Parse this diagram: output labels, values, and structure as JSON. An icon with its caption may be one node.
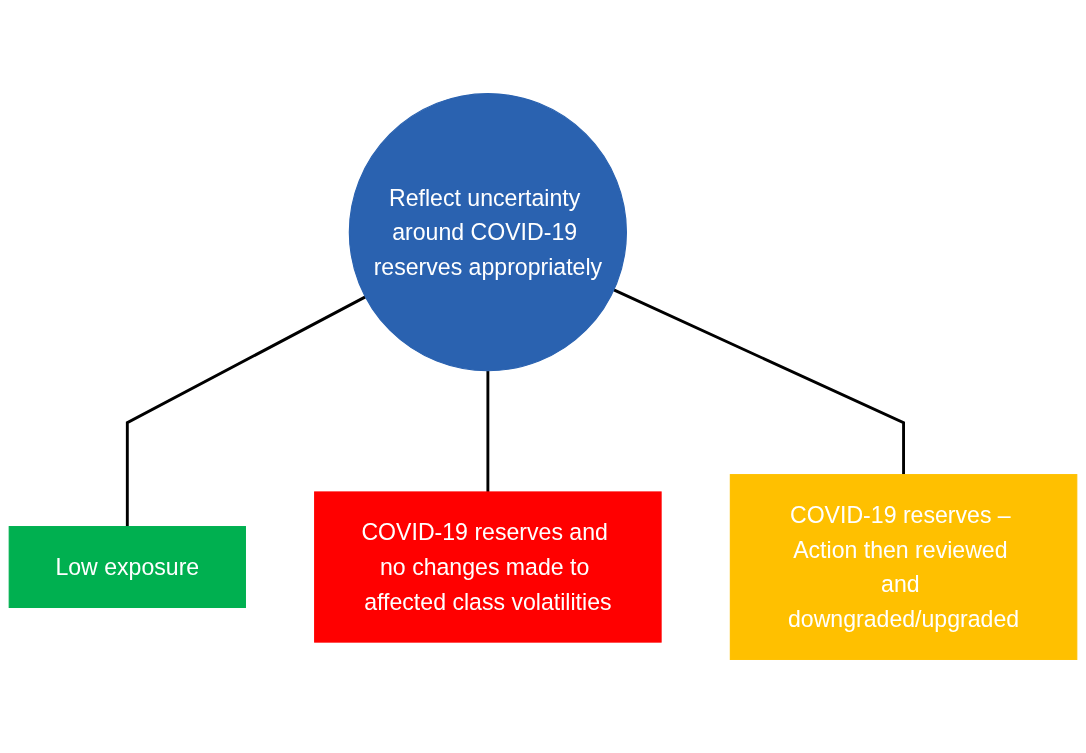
{
  "diagram": {
    "nodes": [
      {
        "text": [
          "Reflect uncertainty around COVID-19 reserves appropriately"
        ]
      },
      {
        "text": [
          "Low exposure"
        ]
      },
      {
        "text": [
          "COVID-19 reserves and no changes made to affected class volatilities"
        ]
      },
      {
        "text": [
          "COVID-19 reserves – Action then reviewed and downgraded/upgraded"
        ]
      }
    ],
    "edges": [
      {
        "from": 0,
        "to": 1,
        "arrow": "none"
      },
      {
        "from": 0,
        "to": 2,
        "arrow": "none"
      },
      {
        "from": 0,
        "to": 3,
        "arrow": "none"
      }
    ]
  }
}
